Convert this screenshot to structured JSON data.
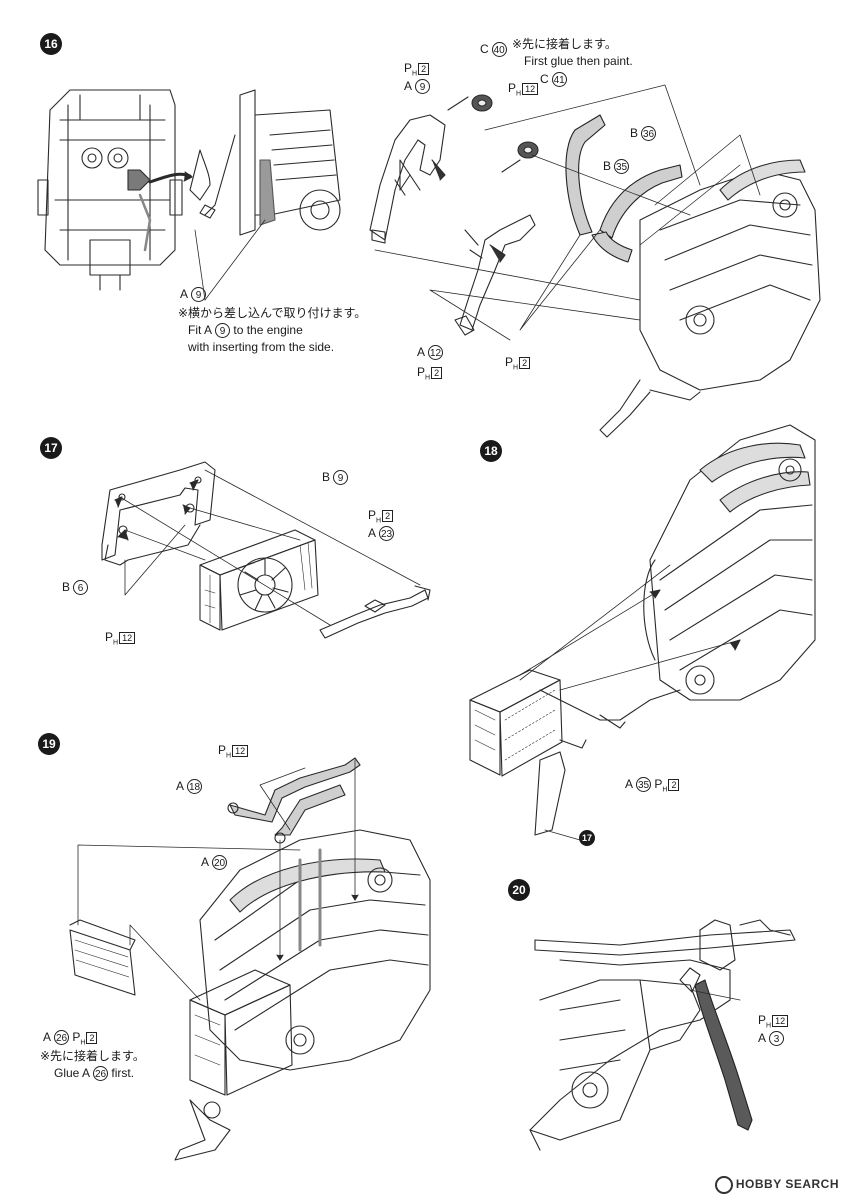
{
  "steps": [
    {
      "num": "16"
    },
    {
      "num": "17"
    },
    {
      "num": "18"
    },
    {
      "num": "19"
    },
    {
      "num": "20"
    }
  ],
  "step16": {
    "note_jp": "※先に接着します。",
    "note_en": "First glue then paint.",
    "c40": {
      "letter": "C",
      "num": "40"
    },
    "c41": {
      "letter": "C",
      "num": "41"
    },
    "ph2_a": {
      "letter": "P",
      "sub": "H",
      "box": "2"
    },
    "a9_top": {
      "letter": "A",
      "num": "9"
    },
    "ph12": {
      "letter": "P",
      "sub": "H",
      "box": "12"
    },
    "b36": {
      "letter": "B",
      "num": "36"
    },
    "b35": {
      "letter": "B",
      "num": "35"
    },
    "a9_left": {
      "letter": "A",
      "num": "9"
    },
    "fit_jp": "※横から差し込んで取り付けます。",
    "fit_en_prefix": "Fit A",
    "fit_en_num": "9",
    "fit_en_suffix": "to the engine",
    "fit_en_line2": "with inserting from the side.",
    "a12": {
      "letter": "A",
      "num": "12"
    },
    "ph2_b": {
      "letter": "P",
      "sub": "H",
      "box": "2"
    },
    "ph2_c": {
      "letter": "P",
      "sub": "H",
      "box": "2"
    }
  },
  "step17": {
    "b9": {
      "letter": "B",
      "num": "9"
    },
    "ph2": {
      "letter": "P",
      "sub": "H",
      "box": "2"
    },
    "a23": {
      "letter": "A",
      "num": "23"
    },
    "b6": {
      "letter": "B",
      "num": "6"
    },
    "ph12": {
      "letter": "P",
      "sub": "H",
      "box": "12"
    }
  },
  "step18": {
    "a35": {
      "letter": "A",
      "num": "35"
    },
    "ph2": {
      "letter": "P",
      "sub": "H",
      "box": "2"
    },
    "ref": "17"
  },
  "step19": {
    "ph12": {
      "letter": "P",
      "sub": "H",
      "box": "12"
    },
    "a18": {
      "letter": "A",
      "num": "18"
    },
    "a20": {
      "letter": "A",
      "num": "20"
    },
    "a26": {
      "letter": "A",
      "num": "26"
    },
    "ph2": {
      "letter": "P",
      "sub": "H",
      "box": "2"
    },
    "note_jp": "※先に接着します。",
    "note_en_prefix": "Glue A",
    "note_en_num": "26",
    "note_en_suffix": "first."
  },
  "step20": {
    "ph12": {
      "letter": "P",
      "sub": "H",
      "box": "12"
    },
    "a3": {
      "letter": "A",
      "num": "3"
    }
  },
  "watermark": "HOBBY SEARCH"
}
